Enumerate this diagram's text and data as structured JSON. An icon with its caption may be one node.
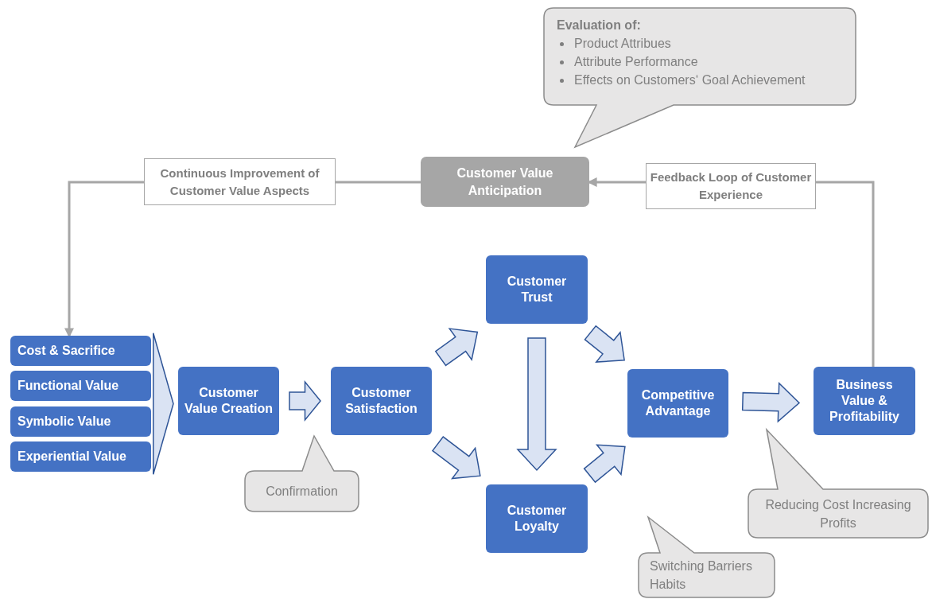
{
  "diagram": {
    "nodes": [
      {
        "text": [
          "Evaluation of:",
          "Product Attribues",
          "Attribute Performance",
          "Effects on Customers‘ Goal Achievement"
        ]
      },
      {
        "text": [
          "Customer Value Anticipation"
        ]
      },
      {
        "text": [
          "Cost & Sacrifice"
        ]
      },
      {
        "text": [
          "Functional Value"
        ]
      },
      {
        "text": [
          "Symbolic Value"
        ]
      },
      {
        "text": [
          "Experiential Value"
        ]
      },
      {
        "text": [
          "Customer Value Creation"
        ]
      },
      {
        "text": [
          "Customer Satisfaction"
        ]
      },
      {
        "text": [
          "Customer Trust"
        ]
      },
      {
        "text": [
          "Customer Loyalty"
        ]
      },
      {
        "text": [
          "Competitive Advantage"
        ]
      },
      {
        "text": [
          "Business Value & Profitability"
        ]
      },
      {
        "text": [
          "Confirmation"
        ]
      },
      {
        "text": [
          "Switching Barriers Habits"
        ]
      },
      {
        "text": [
          "Reducing Cost Increasing Profits"
        ]
      },
      {
        "text": [],
        "shape": "triangle"
      }
    ],
    "edges": [
      {
        "from": 1,
        "to": 2,
        "arrow": "to",
        "label": "Continuous Improvement of Customer Value Aspects",
        "color": "#a6a6a6"
      },
      {
        "from": 11,
        "to": 1,
        "arrow": "to",
        "label": "Feedback Loop of Customer Experience",
        "color": "#a6a6a6"
      },
      {
        "from": 6,
        "to": 7,
        "arrow": "to"
      },
      {
        "from": 7,
        "to": 8,
        "arrow": "to"
      },
      {
        "from": 7,
        "to": 9,
        "arrow": "to"
      },
      {
        "from": 8,
        "to": 9,
        "arrow": "to"
      },
      {
        "from": 8,
        "to": 10,
        "arrow": "to"
      },
      {
        "from": 9,
        "to": 10,
        "arrow": "to"
      },
      {
        "from": 10,
        "to": 11,
        "arrow": "to"
      }
    ]
  }
}
